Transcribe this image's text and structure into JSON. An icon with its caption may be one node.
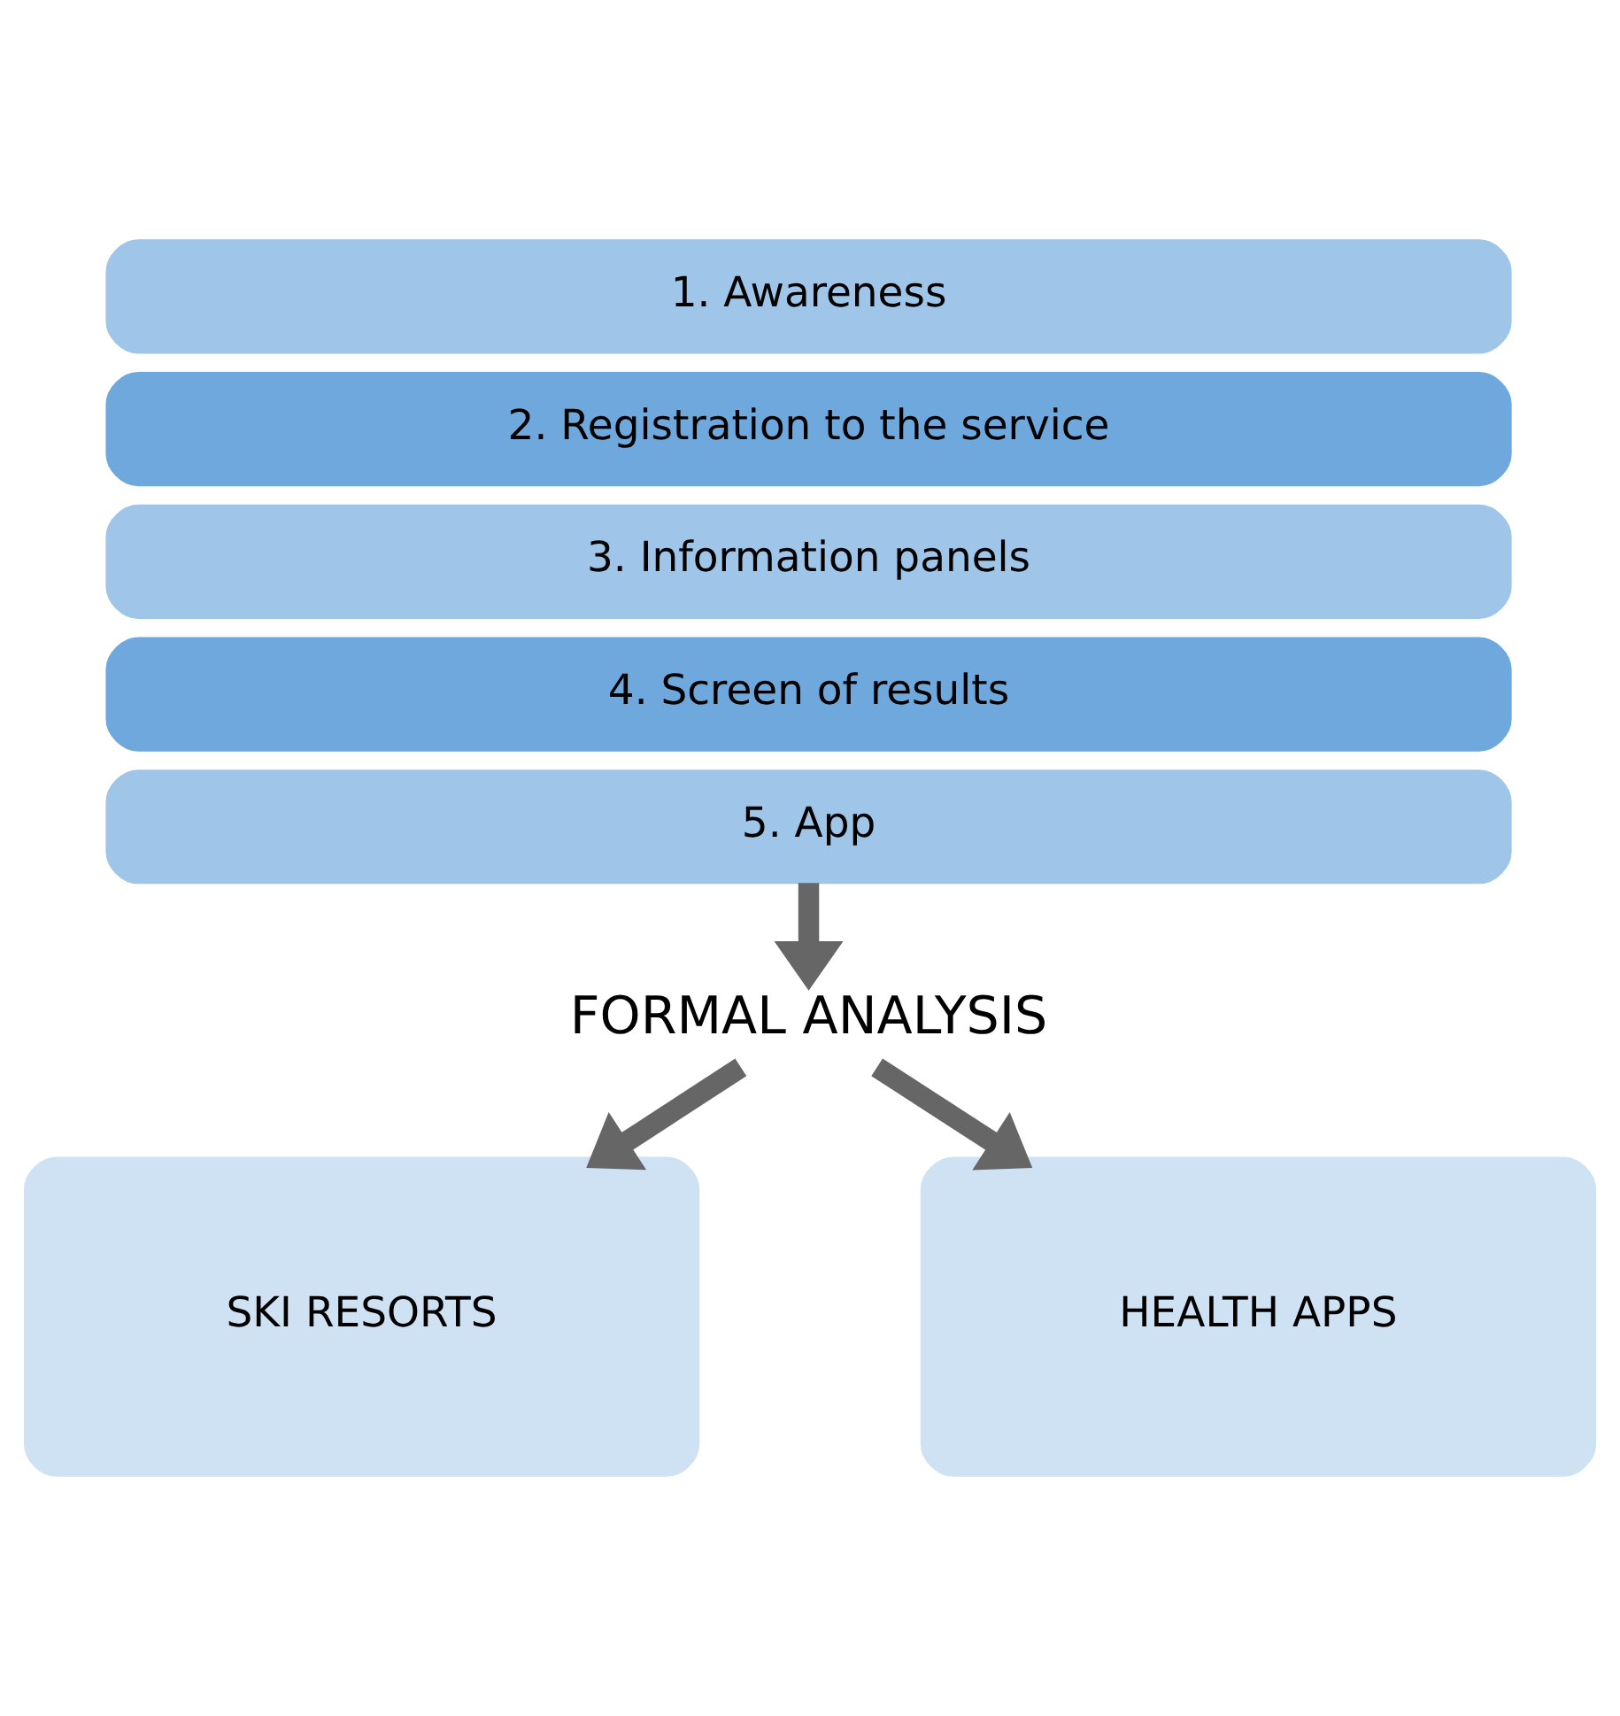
{
  "diagram": {
    "nodes": [
      {
        "text": [
          "1. Awareness"
        ]
      },
      {
        "text": [
          "2. Registration to the service"
        ]
      },
      {
        "text": [
          "3. Information panels"
        ]
      },
      {
        "text": [
          "4. Screen of results"
        ]
      },
      {
        "text": [
          "5. App"
        ]
      },
      {
        "text": [
          "FORMAL ANALYSIS"
        ]
      },
      {
        "text": [
          "SKI RESORTS"
        ]
      },
      {
        "text": [
          "HEALTH APPS"
        ]
      }
    ],
    "edges": [
      {
        "from": 4,
        "to": 5,
        "arrow": "to"
      },
      {
        "from": 5,
        "to": 6,
        "arrow": "to"
      },
      {
        "from": 5,
        "to": 7,
        "arrow": "to"
      }
    ]
  }
}
